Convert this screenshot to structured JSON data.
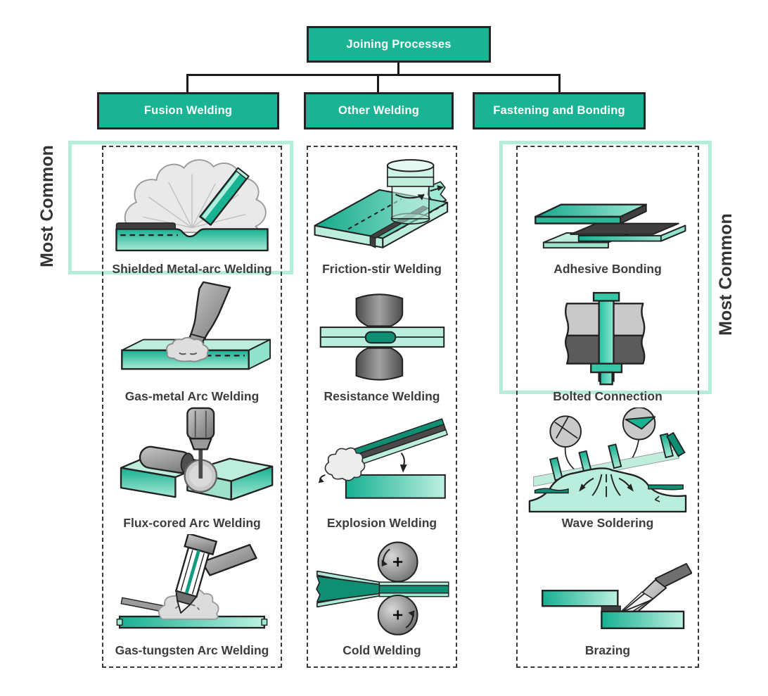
{
  "title": "Joining Processes diagram",
  "palette": {
    "teal": "#1ab394",
    "teal_dark": "#0f8e74",
    "mint": "#b9eede",
    "highlight_border": "#b4eed8",
    "connector_line": "#1a1a1a",
    "label_text": "#3d3d3d",
    "node_text": "#ffffff",
    "gray_machine": "#8a8a8a"
  },
  "root": {
    "label": "Joining Processes"
  },
  "branches": [
    {
      "id": "fusion-welding",
      "label": "Fusion Welding",
      "items": [
        {
          "label": "Shielded Metal-arc Welding",
          "icon": "shielded-metal-arc-welding-illustration",
          "highlighted": true
        },
        {
          "label": "Gas-metal Arc Welding",
          "icon": "gas-metal-arc-welding-illustration",
          "highlighted": false
        },
        {
          "label": "Flux-cored Arc Welding",
          "icon": "flux-cored-arc-welding-illustration",
          "highlighted": false
        },
        {
          "label": "Gas-tungsten Arc Welding",
          "icon": "gas-tungsten-arc-welding-illustration",
          "highlighted": false
        }
      ]
    },
    {
      "id": "other-welding",
      "label": "Other Welding",
      "items": [
        {
          "label": "Friction-stir Welding",
          "icon": "friction-stir-welding-illustration",
          "highlighted": false
        },
        {
          "label": "Resistance Welding",
          "icon": "resistance-welding-illustration",
          "highlighted": false
        },
        {
          "label": "Explosion Welding",
          "icon": "explosion-welding-illustration",
          "highlighted": false
        },
        {
          "label": "Cold Welding",
          "icon": "cold-welding-illustration",
          "highlighted": false
        }
      ]
    },
    {
      "id": "fastening-and-bonding",
      "label": "Fastening and Bonding",
      "items": [
        {
          "label": "Adhesive Bonding",
          "icon": "adhesive-bonding-illustration",
          "highlighted": true
        },
        {
          "label": "Bolted Connection",
          "icon": "bolted-connection-illustration",
          "highlighted": true
        },
        {
          "label": "Wave Soldering",
          "icon": "wave-soldering-illustration",
          "highlighted": false
        },
        {
          "label": "Brazing",
          "icon": "brazing-illustration",
          "highlighted": false
        }
      ]
    }
  ],
  "annotations": {
    "most_common_left": "Most Common",
    "most_common_right": "Most Common"
  }
}
